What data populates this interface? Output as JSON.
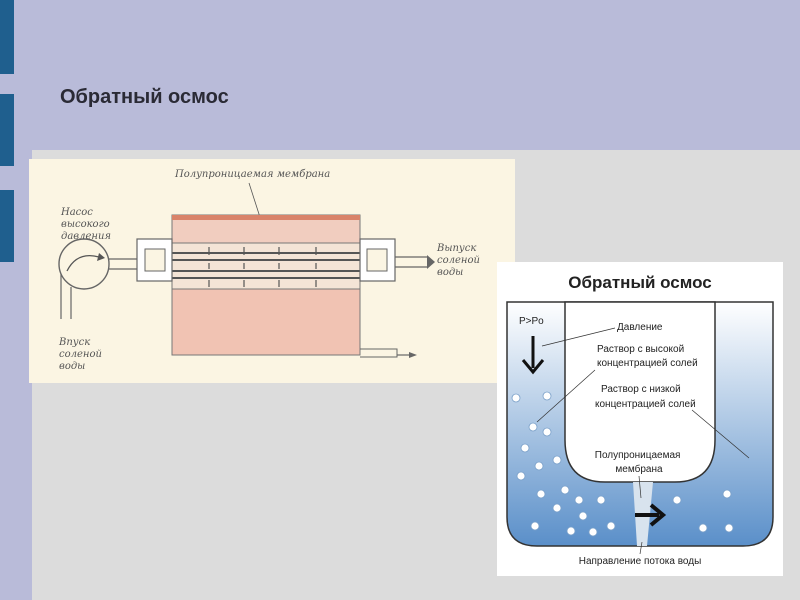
{
  "slide": {
    "title": "Обратный осмос"
  },
  "apparatus": {
    "membrane_label": "Полупроницаемая мембрана",
    "pump_label": [
      "Насос",
      "высокого",
      "давления"
    ],
    "inlet_label": [
      "Впуск",
      "соленой",
      "воды"
    ],
    "outlet_label": [
      "Выпуск",
      "соленой",
      "воды"
    ]
  },
  "osmosis": {
    "title": "Обратный осмос",
    "pressure_symbol": "P>Po",
    "pressure_label": "Давление",
    "high_conc_label": [
      "Раствор с высокой",
      "концентрацией солей"
    ],
    "low_conc_label": [
      "Раствор с низкой",
      "концентрацией солей"
    ],
    "membrane_label": [
      "Полупроницаемая",
      "мембрана"
    ],
    "flow_label": "Направление потока воды"
  },
  "colors": {
    "band": "#b9bbd9",
    "panel": "#dcdcdc",
    "stripe": "#1f5f8e",
    "water_top": "#ffffff",
    "water_bottom": "#5a8fc9"
  }
}
